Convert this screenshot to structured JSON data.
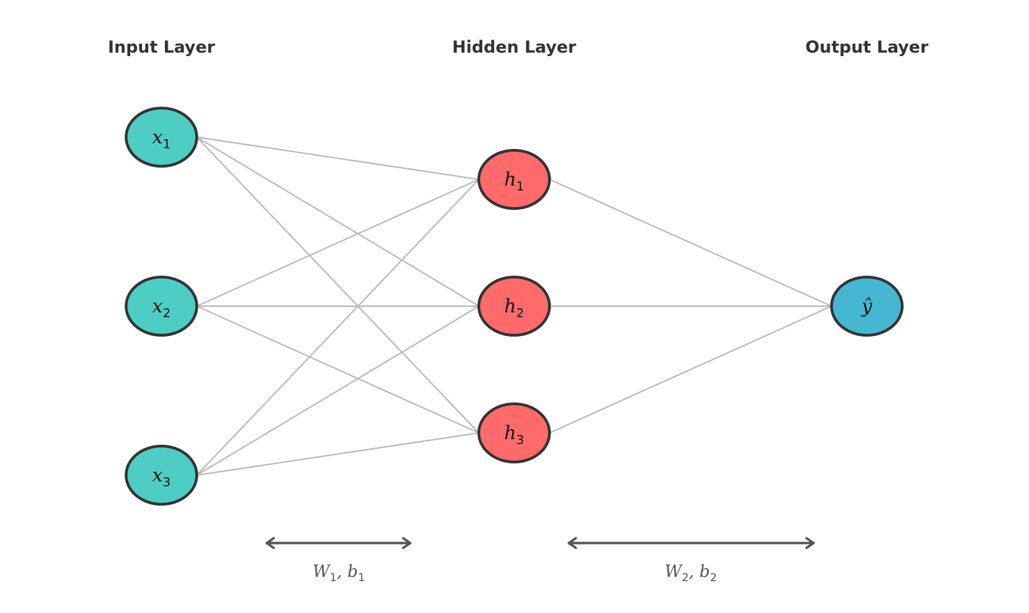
{
  "layers": [
    {
      "title": "Input Layer",
      "color": "#4ecdc4",
      "nodes": [
        {
          "base": "x",
          "sub": "1"
        },
        {
          "base": "x",
          "sub": "2"
        },
        {
          "base": "x",
          "sub": "3"
        }
      ]
    },
    {
      "title": "Hidden Layer",
      "color": "#ff6b6b",
      "nodes": [
        {
          "base": "h",
          "sub": "1"
        },
        {
          "base": "h",
          "sub": "2"
        },
        {
          "base": "h",
          "sub": "3"
        }
      ]
    },
    {
      "title": "Output Layer",
      "color": "#45b7d1",
      "nodes": [
        {
          "base": "ŷ",
          "sub": ""
        }
      ]
    }
  ],
  "params": [
    {
      "w": "W",
      "w_sub": "1",
      "sep": ", ",
      "b": "b",
      "b_sub": "1"
    },
    {
      "w": "W",
      "w_sub": "2",
      "sep": ", ",
      "b": "b",
      "b_sub": "2"
    }
  ],
  "colors": {
    "edge": "#b8b8b8",
    "node_stroke": "#333333",
    "arrow": "#555555",
    "title": "#333333"
  }
}
